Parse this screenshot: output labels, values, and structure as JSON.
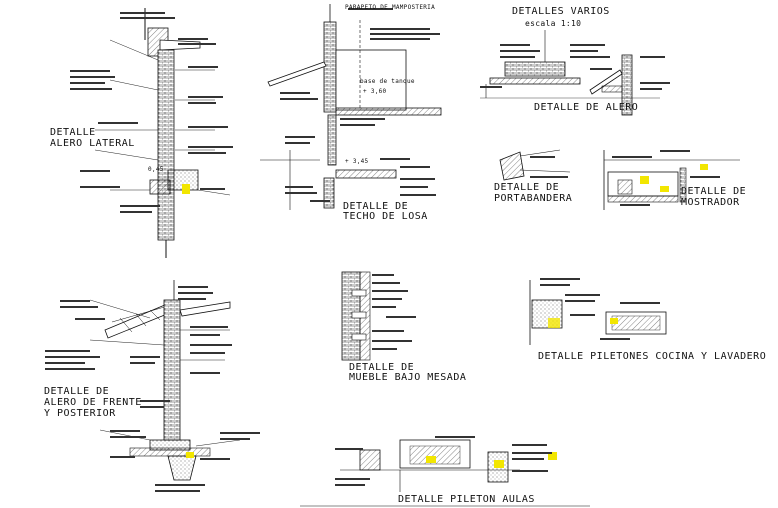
{
  "sheet": {
    "header_title": "DETALLES VARIOS",
    "header_scale": "escala 1:10"
  },
  "titles": {
    "alero_lateral": [
      "DETALLE",
      "ALERO LATERAL"
    ],
    "techo_losa": [
      "DETALLE DE",
      "TECHO DE LOSA"
    ],
    "alero": [
      "DETALLE DE ALERO"
    ],
    "portabandera": [
      "DETALLE DE",
      "PORTABANDERA"
    ],
    "mostrador": [
      "DETALLE DE",
      "MOSTRADOR"
    ],
    "frente_posterior": [
      "DETALLE DE",
      "ALERO DE FRENTE",
      "Y POSTERIOR"
    ],
    "mueble": [
      "DETALLE DE",
      "MUEBLE BAJO MESADA"
    ],
    "piletones": [
      "DETALLE PILETONES COCINA Y LAVADERO"
    ],
    "pileton_aulas": [
      "DETALLE PILETON AULAS"
    ]
  },
  "annotations": {
    "parapeto": "PARAPETO DE MAMPOSTERIA",
    "base_tanque": "base de tanque",
    "level_1": "+ 3,60",
    "level_2": "+ 3,45",
    "level_3": "0,45"
  },
  "colors": {
    "line": "#1a1a1a",
    "hatch": "#555555",
    "highlight": "#f2e600"
  }
}
